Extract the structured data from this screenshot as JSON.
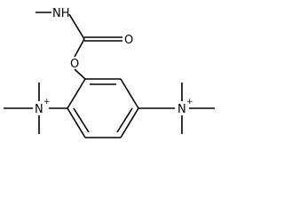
{
  "molecule": {
    "atoms": {
      "nh": "NH",
      "carbonyl_o": "O",
      "ester_o": "O",
      "n_left": "N",
      "n_left_charge": "+",
      "n_right": "N",
      "n_right_charge": "+"
    },
    "colors": {
      "bond": "#000000",
      "label": "#000000",
      "background": "#ffffff"
    }
  }
}
